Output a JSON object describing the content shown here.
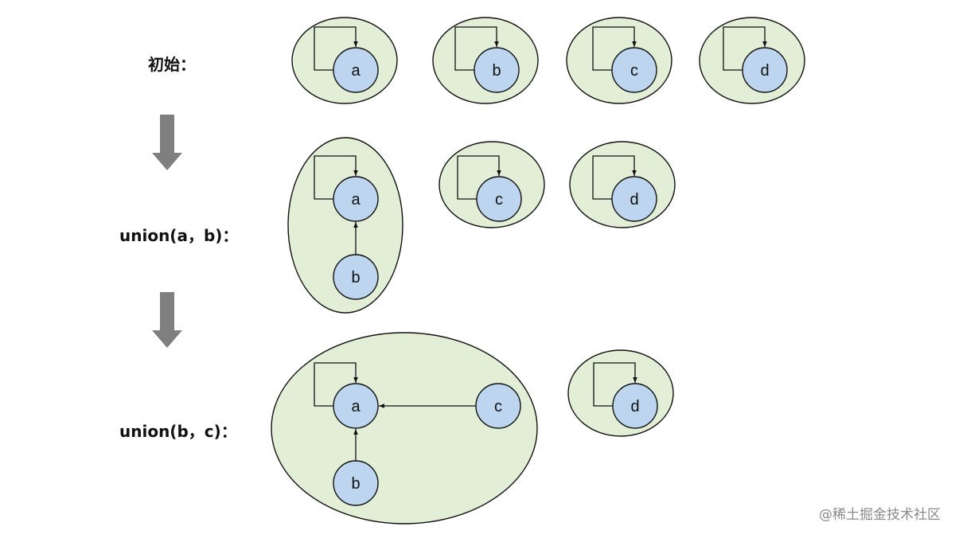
{
  "steps": [
    {
      "label": "初始：",
      "sets": [
        {
          "nodes": [
            {
              "name": "a",
              "parent": "a"
            }
          ]
        },
        {
          "nodes": [
            {
              "name": "b",
              "parent": "b"
            }
          ]
        },
        {
          "nodes": [
            {
              "name": "c",
              "parent": "c"
            }
          ]
        },
        {
          "nodes": [
            {
              "name": "d",
              "parent": "d"
            }
          ]
        }
      ]
    },
    {
      "label": "union(a，b)：",
      "sets": [
        {
          "nodes": [
            {
              "name": "a",
              "parent": "a"
            },
            {
              "name": "b",
              "parent": "a"
            }
          ]
        },
        {
          "nodes": [
            {
              "name": "c",
              "parent": "c"
            }
          ]
        },
        {
          "nodes": [
            {
              "name": "d",
              "parent": "d"
            }
          ]
        }
      ]
    },
    {
      "label": "union(b，c)：",
      "sets": [
        {
          "nodes": [
            {
              "name": "a",
              "parent": "a"
            },
            {
              "name": "c",
              "parent": "a"
            },
            {
              "name": "b",
              "parent": "a"
            }
          ]
        },
        {
          "nodes": [
            {
              "name": "d",
              "parent": "d"
            }
          ]
        }
      ]
    }
  ],
  "watermark": "@稀土掘金技术社区",
  "colors": {
    "set_fill": "#e2eed6",
    "node_fill": "#bdd5ee",
    "stroke": "#111111",
    "arrow": "#7f7f7f"
  }
}
